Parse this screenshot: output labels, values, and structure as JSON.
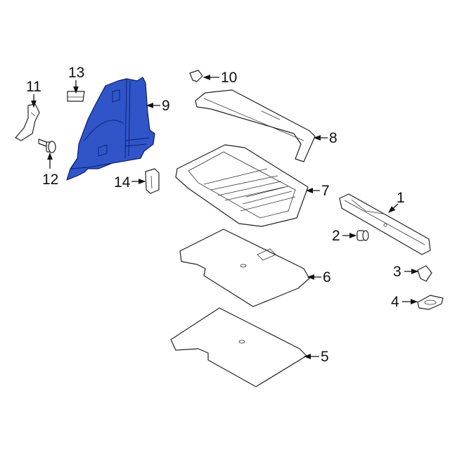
{
  "diagram": {
    "highlight_color": "#2f55c8",
    "callouts": [
      {
        "id": "1",
        "label": "1"
      },
      {
        "id": "2",
        "label": "2"
      },
      {
        "id": "3",
        "label": "3"
      },
      {
        "id": "4",
        "label": "4"
      },
      {
        "id": "5",
        "label": "5"
      },
      {
        "id": "6",
        "label": "6"
      },
      {
        "id": "7",
        "label": "7"
      },
      {
        "id": "8",
        "label": "8"
      },
      {
        "id": "9",
        "label": "9"
      },
      {
        "id": "10",
        "label": "10"
      },
      {
        "id": "11",
        "label": "11"
      },
      {
        "id": "12",
        "label": "12"
      },
      {
        "id": "13",
        "label": "13"
      },
      {
        "id": "14",
        "label": "14"
      }
    ]
  }
}
